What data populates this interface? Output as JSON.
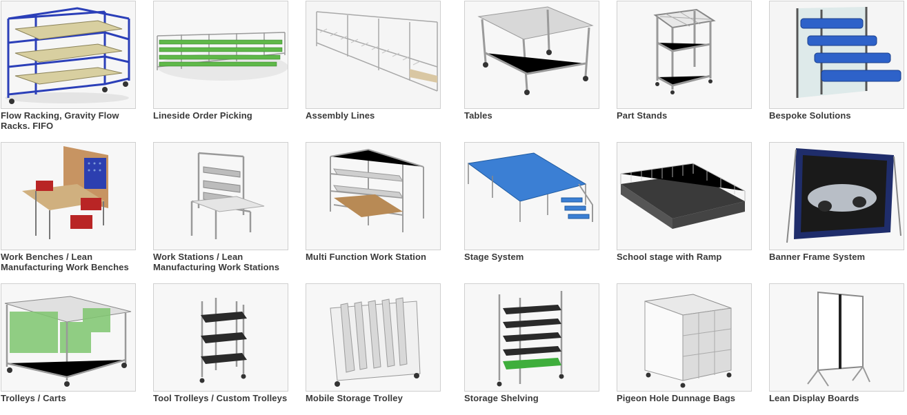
{
  "products": [
    {
      "label": "Flow Racking, Gravity Flow Racks. FIFO",
      "art": "flowrack"
    },
    {
      "label": "Lineside Order Picking",
      "art": "lineside"
    },
    {
      "label": "Assembly Lines",
      "art": "assembly"
    },
    {
      "label": "Tables",
      "art": "table"
    },
    {
      "label": "Part Stands",
      "art": "partstand"
    },
    {
      "label": "Bespoke Solutions",
      "art": "bespoke"
    },
    {
      "label": "Work Benches / Lean Manufacturing Work Benches",
      "art": "workbench"
    },
    {
      "label": "Work Stations / Lean Manufacturing Work Stations",
      "art": "workstation"
    },
    {
      "label": "Multi Function Work Station",
      "art": "multifunction"
    },
    {
      "label": "Stage System",
      "art": "stage"
    },
    {
      "label": "School stage with Ramp",
      "art": "schoolstage"
    },
    {
      "label": "Banner Frame System",
      "art": "banner"
    },
    {
      "label": "Trolleys / Carts",
      "art": "trolley"
    },
    {
      "label": "Tool Trolleys / Custom Trolleys",
      "art": "tooltrolley"
    },
    {
      "label": "Mobile Storage Trolley",
      "art": "mobilestorage"
    },
    {
      "label": "Storage Shelving",
      "art": "shelving"
    },
    {
      "label": "Pigeon Hole Dunnage Bags",
      "art": "pigeonhole"
    },
    {
      "label": "Lean Display Boards",
      "art": "displayboard"
    }
  ]
}
